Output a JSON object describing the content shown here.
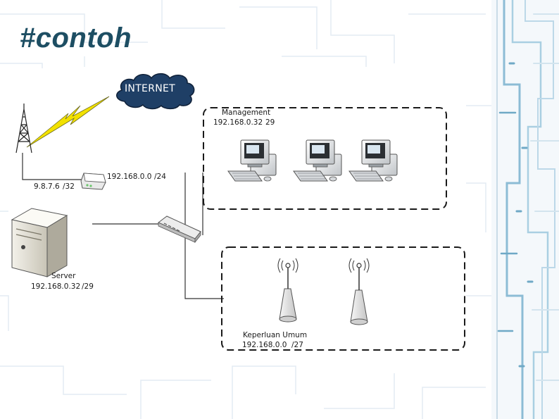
{
  "slide": {
    "title": "#contoh"
  },
  "diagram": {
    "internet": "INTERNET",
    "wan_ip": "9.8.7.6",
    "wan_prefix": "/32",
    "router_ip": "192.168.0.0",
    "router_prefix": "/24",
    "management": {
      "name": "Management",
      "ip": "192.168.0.32",
      "prefix": "29"
    },
    "server": {
      "name": "Server",
      "ip": "192.168.0.32",
      "prefix": "/29"
    },
    "public": {
      "name": "Keperluan Umum",
      "ip": "192.168.0.0",
      "prefix": "/27"
    }
  },
  "colors": {
    "title": "#1d4e63",
    "cloud": "#1f3f66",
    "circuit": "#dfe9f1",
    "strip_accent": "#7fb4cf"
  }
}
